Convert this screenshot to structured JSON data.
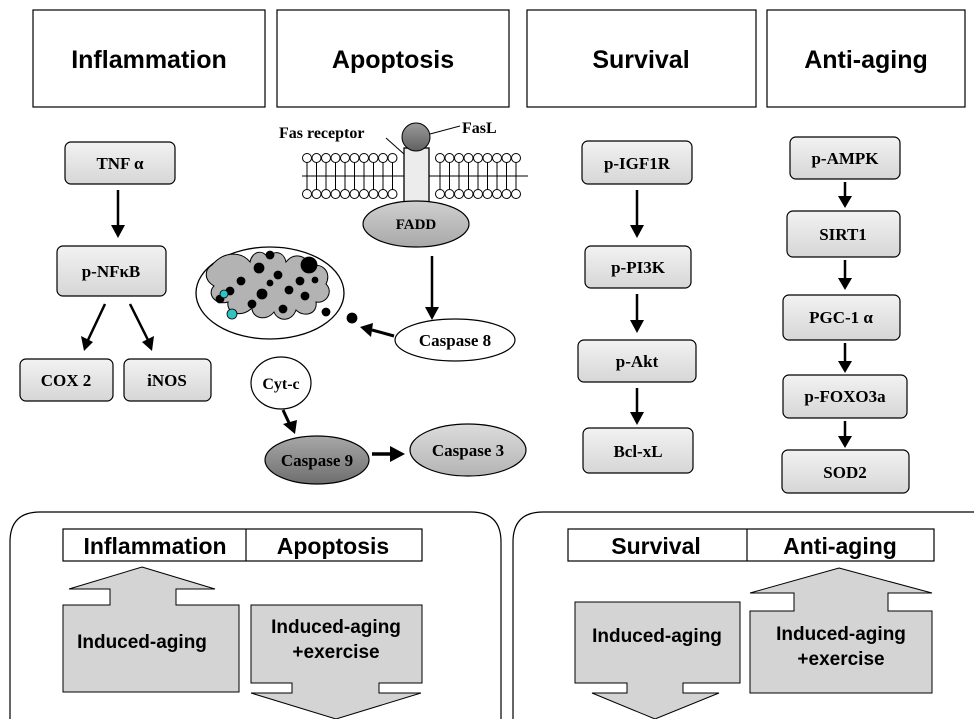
{
  "headers": {
    "inflammation": "Inflammation",
    "apoptosis": "Apoptosis",
    "survival": "Survival",
    "anti_aging": "Anti-aging"
  },
  "inflammation_pathway": {
    "tnf": "TNF α",
    "nfkb": "p-NFκB",
    "cox2": "COX 2",
    "inos": "iNOS"
  },
  "apoptosis_pathway": {
    "fas_receptor": "Fas receptor",
    "fasl": "FasL",
    "fadd": "FADD",
    "caspase8": "Caspase 8",
    "cytc": "Cyt-c",
    "caspase9": "Caspase 9",
    "caspase3": "Caspase 3"
  },
  "survival_pathway": {
    "igf1r": "p-IGF1R",
    "pi3k": "p-PI3K",
    "akt": "p-Akt",
    "bclxl": "Bcl-xL"
  },
  "antiaging_pathway": {
    "ampk": "p-AMPK",
    "sirt1": "SIRT1",
    "pgc1a": "PGC-1 α",
    "foxo3a": "p-FOXO3a",
    "sod2": "SOD2"
  },
  "summary_left": {
    "col1_header": "Inflammation",
    "col2_header": "Apoptosis",
    "induced_aging": "Induced-aging",
    "exercise_line1": "Induced-aging",
    "exercise_line2": "+exercise"
  },
  "summary_right": {
    "col1_header": "Survival",
    "col2_header": "Anti-aging",
    "induced_aging": "Induced-aging",
    "exercise_line1": "Induced-aging",
    "exercise_line2": "+exercise"
  },
  "colors": {
    "box_fill": "#e3e3e3",
    "arrow_fill": "#d4d4d4",
    "fadd_fill": "#bdbdbd",
    "caspase9_fill": "#8f8f8f",
    "caspase3_fill": "#c9c9c9",
    "stroke": "#000000"
  }
}
